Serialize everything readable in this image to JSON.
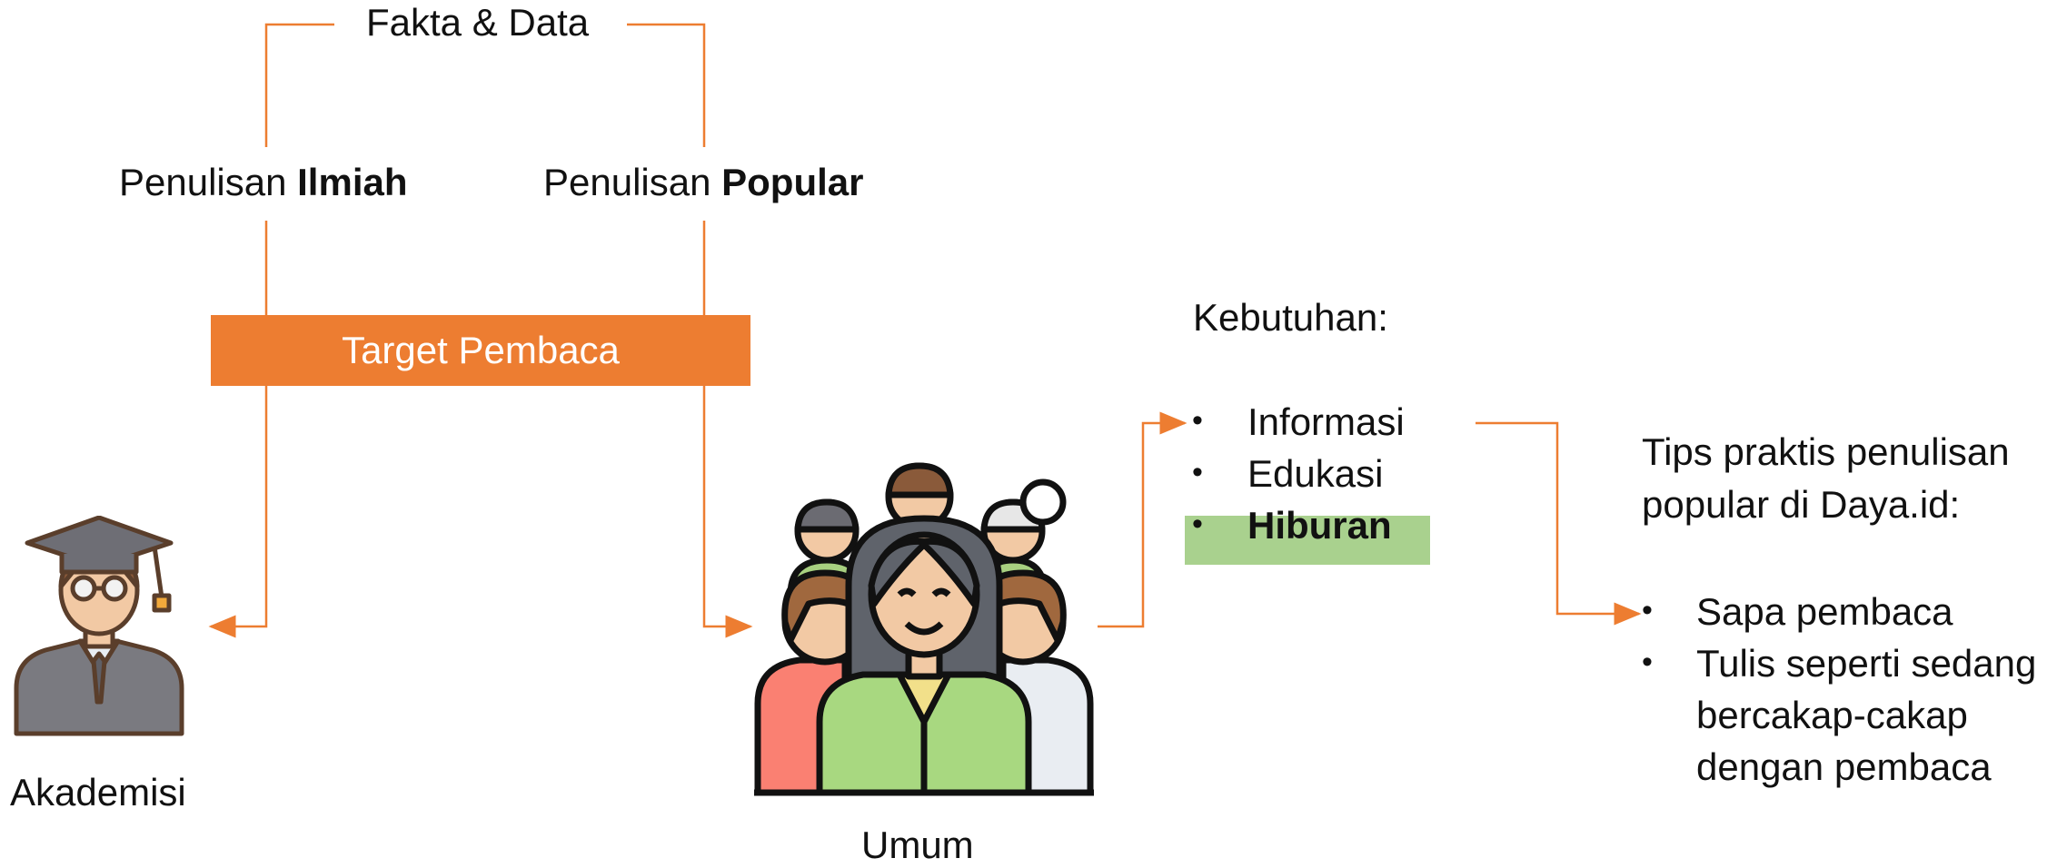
{
  "top": {
    "fakta_data": "Fakta & Data"
  },
  "ilmiah": {
    "prefix": "Penulisan ",
    "bold": "Ilmiah"
  },
  "popular": {
    "prefix": "Penulisan ",
    "bold": "Popular"
  },
  "target": {
    "label": "Target Pembaca"
  },
  "akademisi": {
    "label": "Akademisi",
    "icon": "graduate-icon"
  },
  "umum": {
    "label": "Umum",
    "icon": "crowd-icon"
  },
  "kebutuhan": {
    "title": "Kebutuhan:",
    "items": [
      "Informasi",
      "Edukasi",
      "Hiburan"
    ],
    "highlight_index": 2
  },
  "tips": {
    "title_line1": "Tips praktis penulisan",
    "title_line2": "popular di Daya.id:",
    "items": [
      {
        "lines": [
          "Sapa pembaca"
        ]
      },
      {
        "lines": [
          "Tulis seperti sedang",
          "bercakap-cakap",
          "dengan pembaca"
        ]
      }
    ]
  },
  "colors": {
    "accent": "#ED7D31",
    "highlight": "#A9D18E",
    "text": "#111111",
    "target_text": "#ffffff"
  }
}
